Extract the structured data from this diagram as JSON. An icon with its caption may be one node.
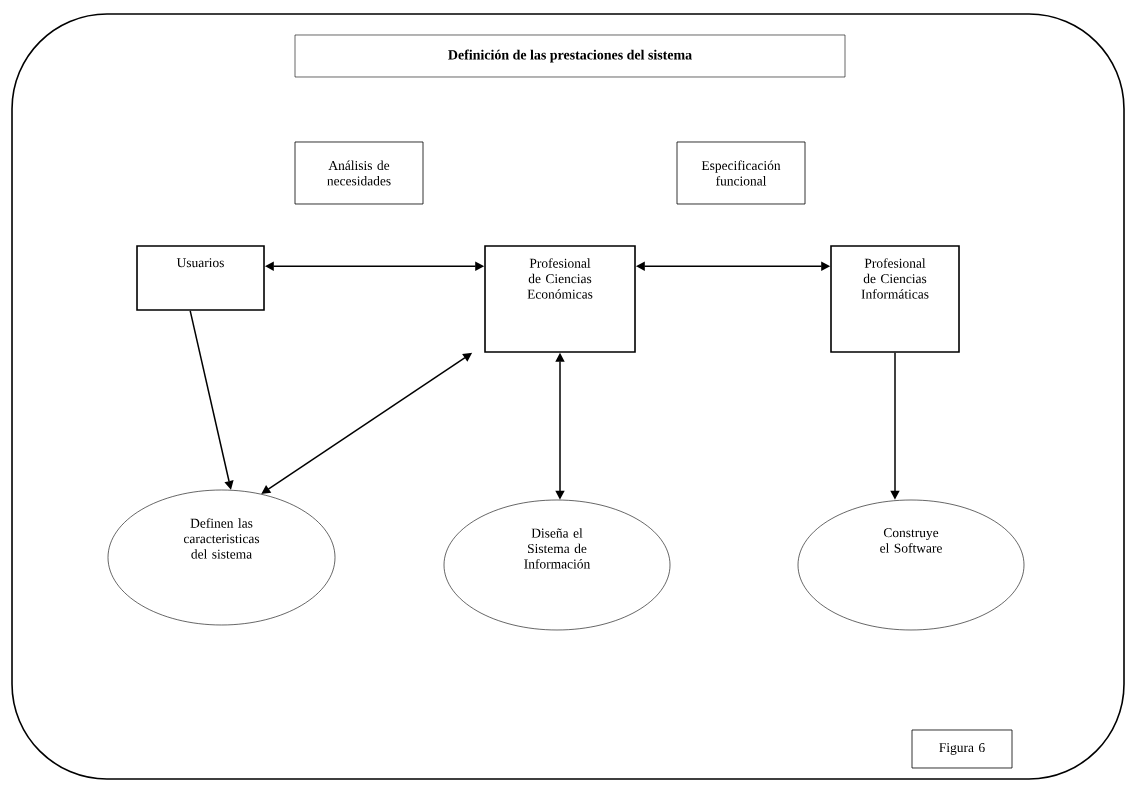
{
  "diagram": {
    "nodes": [
      {
        "text": [
          "Definición de las prestaciones del sistema"
        ]
      },
      {
        "text": [
          "Análisis de necesidades"
        ]
      },
      {
        "text": [
          "Especificación funcional"
        ]
      },
      {
        "text": [
          "Usuarios"
        ]
      },
      {
        "text": [
          "Profesional de Ciencias Económicas"
        ]
      },
      {
        "text": [
          "Profesional de Ciencias Informáticas"
        ]
      },
      {
        "text": [
          "Definen las caracteristicas del sistema"
        ]
      },
      {
        "text": [
          "Diseña el Sistema de Información"
        ]
      },
      {
        "text": [
          "Construye el Software"
        ]
      },
      {
        "text": [
          "Figura 6"
        ]
      }
    ],
    "edges": [
      {
        "from": 3,
        "to": 4,
        "arrow": "both"
      },
      {
        "from": 4,
        "to": 5,
        "arrow": "both"
      },
      {
        "from": 3,
        "to": 6,
        "arrow": "to"
      },
      {
        "from": 6,
        "to": 4,
        "arrow": "both"
      },
      {
        "from": 4,
        "to": 7,
        "arrow": "both"
      },
      {
        "from": 5,
        "to": 8,
        "arrow": "to"
      }
    ]
  }
}
